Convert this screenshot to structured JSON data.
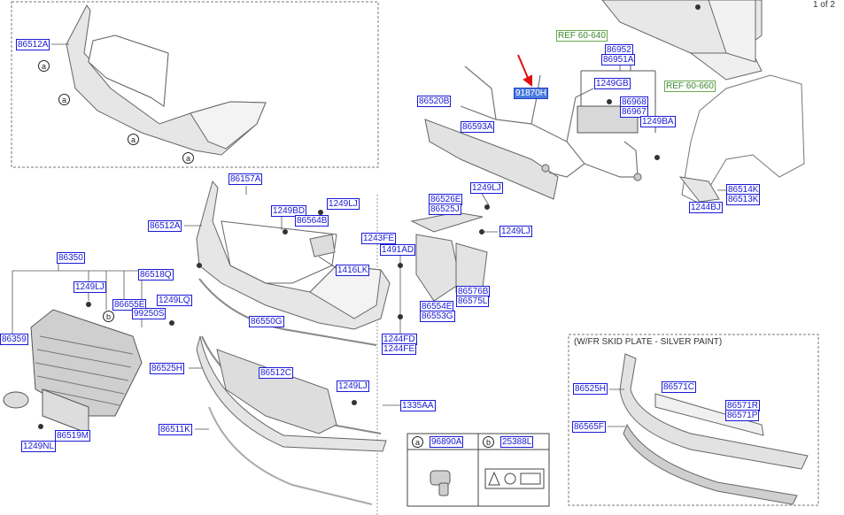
{
  "page": {
    "indicator": "1 of 2"
  },
  "skid_plate_box": {
    "title": "(W/FR SKID PLATE - SILVER PAINT)"
  },
  "legend": {
    "a_mark": "a",
    "a_part": "96890A",
    "b_mark": "b",
    "b_part": "25388L"
  },
  "refs": [
    "REF 60-640",
    "REF 60-660"
  ],
  "highlighted_part": "91870H",
  "callouts": {
    "c86512A_top": "86512A",
    "c86157A": "86157A",
    "c86512A_mid": "86512A",
    "c1249BD": "1249BD",
    "c1249LJ_a": "1249LJ",
    "c86564B": "86564B",
    "c86350": "86350",
    "c86518Q": "86518Q",
    "c1416LK": "1416LK",
    "c1243FE": "1243FE",
    "c1491AD": "1491AD",
    "c1249LJ_b": "1249LJ",
    "c86655E": "86655E",
    "c1249LQ": "1249LQ",
    "c99250S": "99250S",
    "c86359": "86359",
    "c86550G": "86550G",
    "c86525H": "86525H",
    "c86512C": "86512C",
    "c1249LJ_c": "1249LJ",
    "c1335AA": "1335AA",
    "c86511K": "86511K",
    "c86519M": "86519M",
    "c1249NL": "1249NL",
    "c86520B": "86520B",
    "c86593A": "86593A",
    "c86526E": "86526E",
    "c86525J": "86525J",
    "c1249LJ_d": "1249LJ",
    "c1249LJ_e": "1249LJ",
    "c86576B": "86576B",
    "c86575L": "86575L",
    "c86554E": "86554E",
    "c86553G": "86553G",
    "c1244FD": "1244FD",
    "c1244FE": "1244FE",
    "c86952": "86952",
    "c86951A": "86951A",
    "c1249GB": "1249GB",
    "c86968": "86968",
    "c86967": "86967",
    "c1249BA": "1249BA",
    "c86514K": "86514K",
    "c86513K": "86513K",
    "c1244BJ": "1244BJ",
    "c86525H_skid": "86525H",
    "c86571C": "86571C",
    "c86571R": "86571R",
    "c86571P": "86571P",
    "c86565F": "86565F"
  },
  "circle_marks": {
    "m1": "a",
    "m2": "a",
    "m3": "a",
    "m4": "a",
    "m5": "b"
  }
}
